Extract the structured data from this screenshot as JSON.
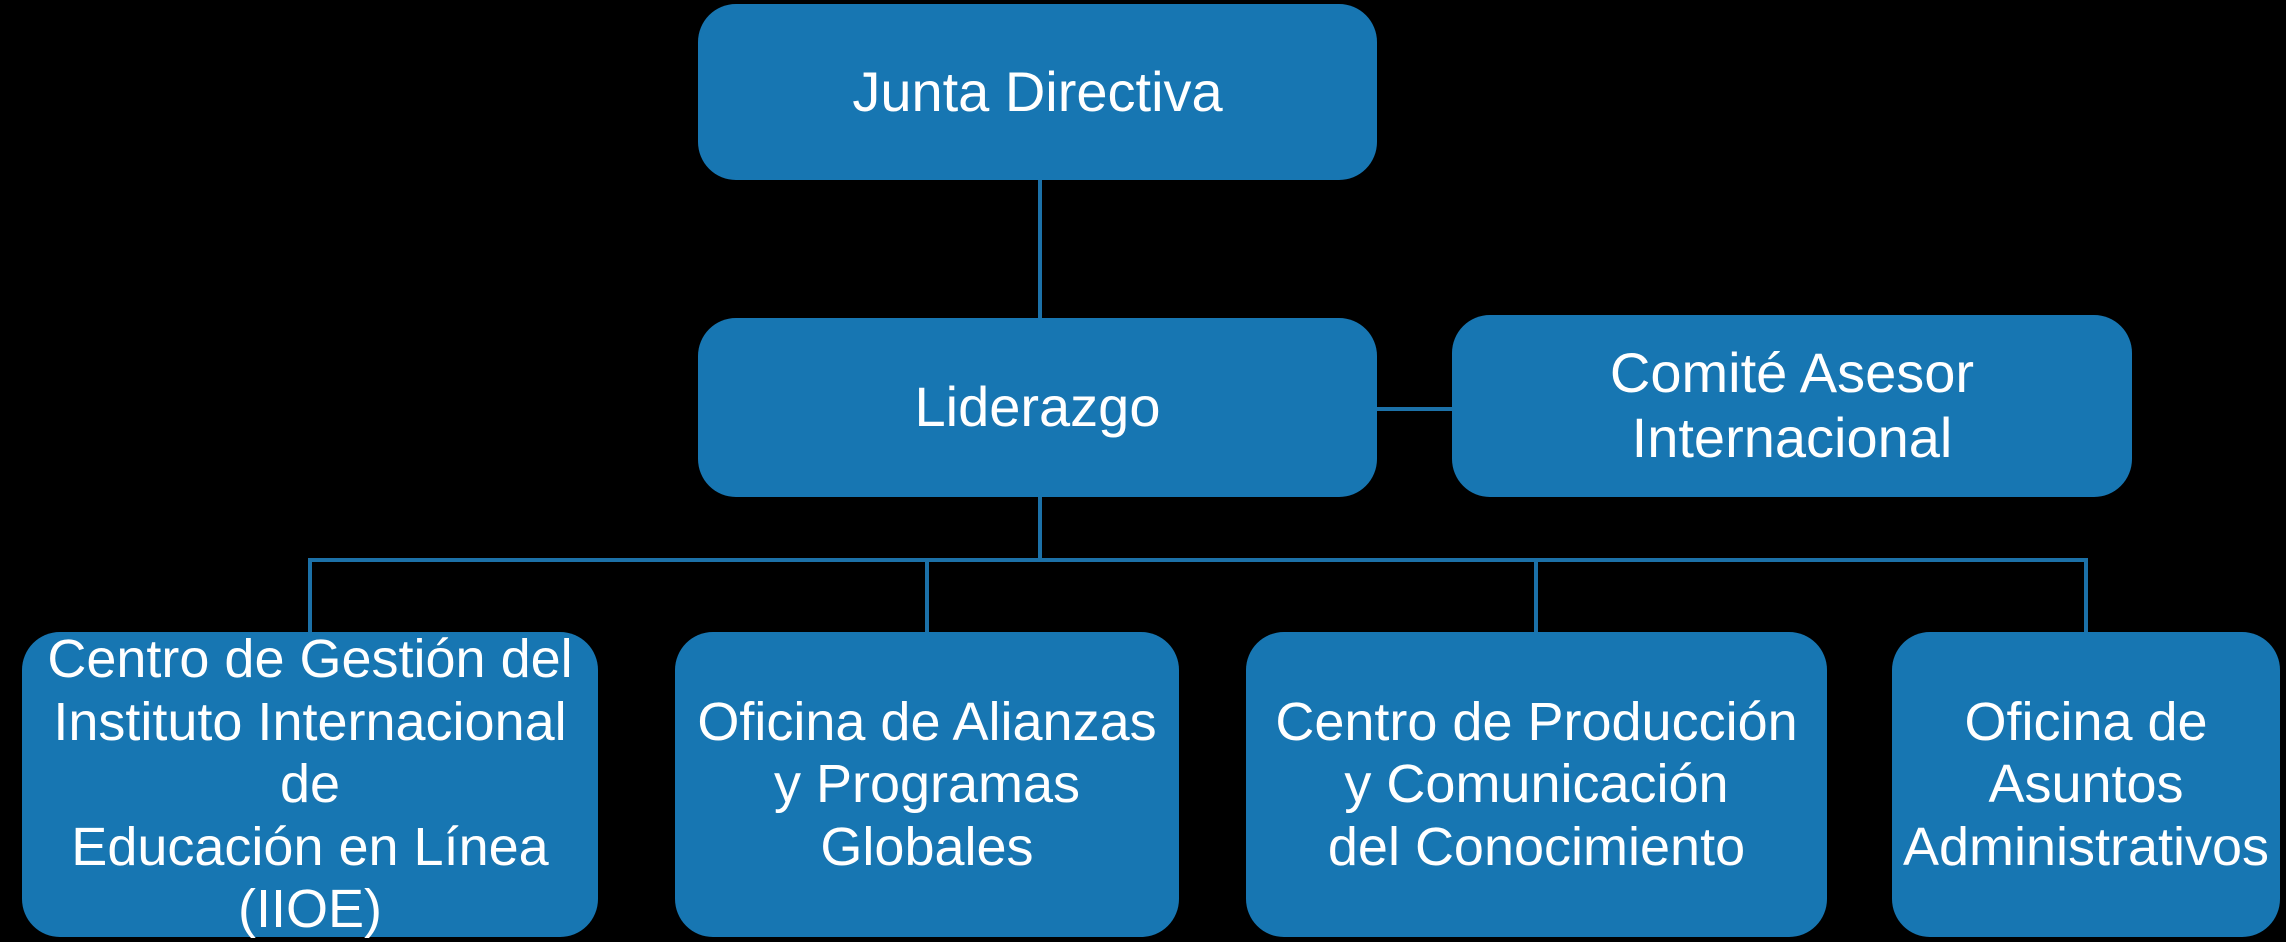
{
  "diagram": {
    "type": "org-chart",
    "colors": {
      "background": "#000000",
      "box_fill": "#1776B2",
      "connector": "#1C71A8",
      "text": "#FFFFFF"
    },
    "nodes": {
      "junta": {
        "label": "Junta Directiva",
        "level": 1
      },
      "liderazgo": {
        "label": "Liderazgo",
        "level": 2
      },
      "comite": {
        "label": "Comité Asesor\nInternacional",
        "level": 2
      },
      "iioe": {
        "label": "Centro de Gestión del\nInstituto Internacional de\nEducación en Línea\n(IIOE)",
        "level": 3
      },
      "alianzas": {
        "label": "Oficina de Alianzas\ny Programas\nGlobales",
        "level": 3
      },
      "produccion": {
        "label": "Centro de Producción\ny Comunicación\ndel Conocimiento",
        "level": 3
      },
      "administrativos": {
        "label": "Oficina de\nAsuntos\nAdministrativos",
        "level": 3
      }
    },
    "edges": [
      {
        "from": "junta",
        "to": "liderazgo"
      },
      {
        "from": "liderazgo",
        "to": "comite"
      },
      {
        "from": "liderazgo",
        "to": "iioe"
      },
      {
        "from": "liderazgo",
        "to": "alianzas"
      },
      {
        "from": "liderazgo",
        "to": "produccion"
      },
      {
        "from": "liderazgo",
        "to": "administrativos"
      }
    ]
  }
}
